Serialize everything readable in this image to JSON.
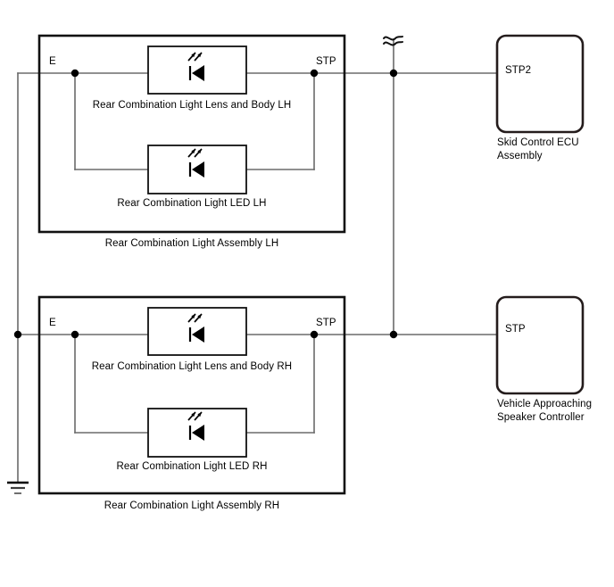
{
  "diagram": {
    "type": "automotive-wiring-schematic",
    "background_color": "#ffffff",
    "line_color": "#6b6b6b",
    "box_color": "#111111",
    "assemblies": [
      {
        "id": "rear-combination-light-assembly-lh",
        "caption": "Rear Combination Light Assembly LH",
        "terminals": {
          "left": "E",
          "right": "STP"
        },
        "components": [
          {
            "id": "lens-body-lh",
            "caption": "Rear Combination Light Lens and Body LH",
            "symbol": "led-icon"
          },
          {
            "id": "led-lh",
            "caption": "Rear Combination Light LED LH",
            "symbol": "led-icon"
          }
        ]
      },
      {
        "id": "rear-combination-light-assembly-rh",
        "caption": "Rear Combination Light Assembly RH",
        "terminals": {
          "left": "E",
          "right": "STP"
        },
        "components": [
          {
            "id": "lens-body-rh",
            "caption": "Rear Combination Light Lens and Body RH",
            "symbol": "led-icon"
          },
          {
            "id": "led-rh",
            "caption": "Rear Combination Light LED RH",
            "symbol": "led-icon"
          }
        ]
      }
    ],
    "controllers": [
      {
        "id": "skid-control-ecu-assembly",
        "terminal": "STP2",
        "caption_line1": "Skid Control ECU",
        "caption_line2": "Assembly"
      },
      {
        "id": "vehicle-approaching-speaker-controller",
        "terminal": "STP",
        "caption_line1": "Vehicle Approaching",
        "caption_line2": "Speaker Controller"
      }
    ],
    "symbols": {
      "ground": "ground-icon",
      "wire_break": "wire-break-squiggle-icon"
    }
  }
}
